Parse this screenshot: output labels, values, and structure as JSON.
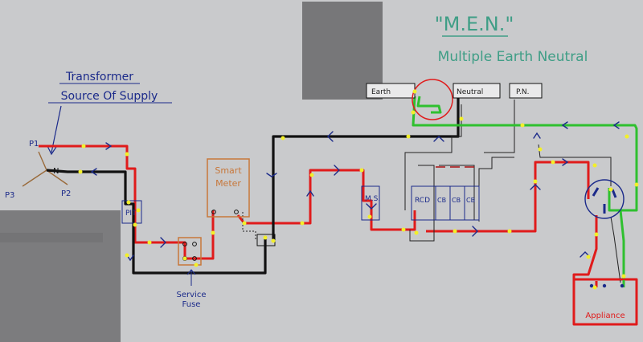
{
  "title": "\"M.E.N.\"",
  "subtitle": "Multiple Earth Neutral",
  "transformer": {
    "line1": "Transformer",
    "line2": "Source Of Supply",
    "p1": "P1",
    "p2": "P2",
    "p3": "P3",
    "n": "N"
  },
  "labels": {
    "pit": "PIT",
    "smart_meter_1": "Smart",
    "smart_meter_2": "Meter",
    "service_fuse_1": "Service",
    "service_fuse_2": "Fuse",
    "ms": "M.S.",
    "rcd": "RCD",
    "cb1": "CB",
    "cb2": "CB",
    "cb3": "CB",
    "earth": "Earth",
    "neutral": "Neutral",
    "pn": "P.N.",
    "appliance": "Appliance"
  },
  "colors": {
    "background": "#c9cacc",
    "active": "#e01b1b",
    "neutral": "#111111",
    "earth": "#2fc02f",
    "node": "#f2ef2a",
    "title_green": "#3f9e86",
    "label_blue": "#1b2a8a",
    "meter_orange": "#c7773a"
  }
}
